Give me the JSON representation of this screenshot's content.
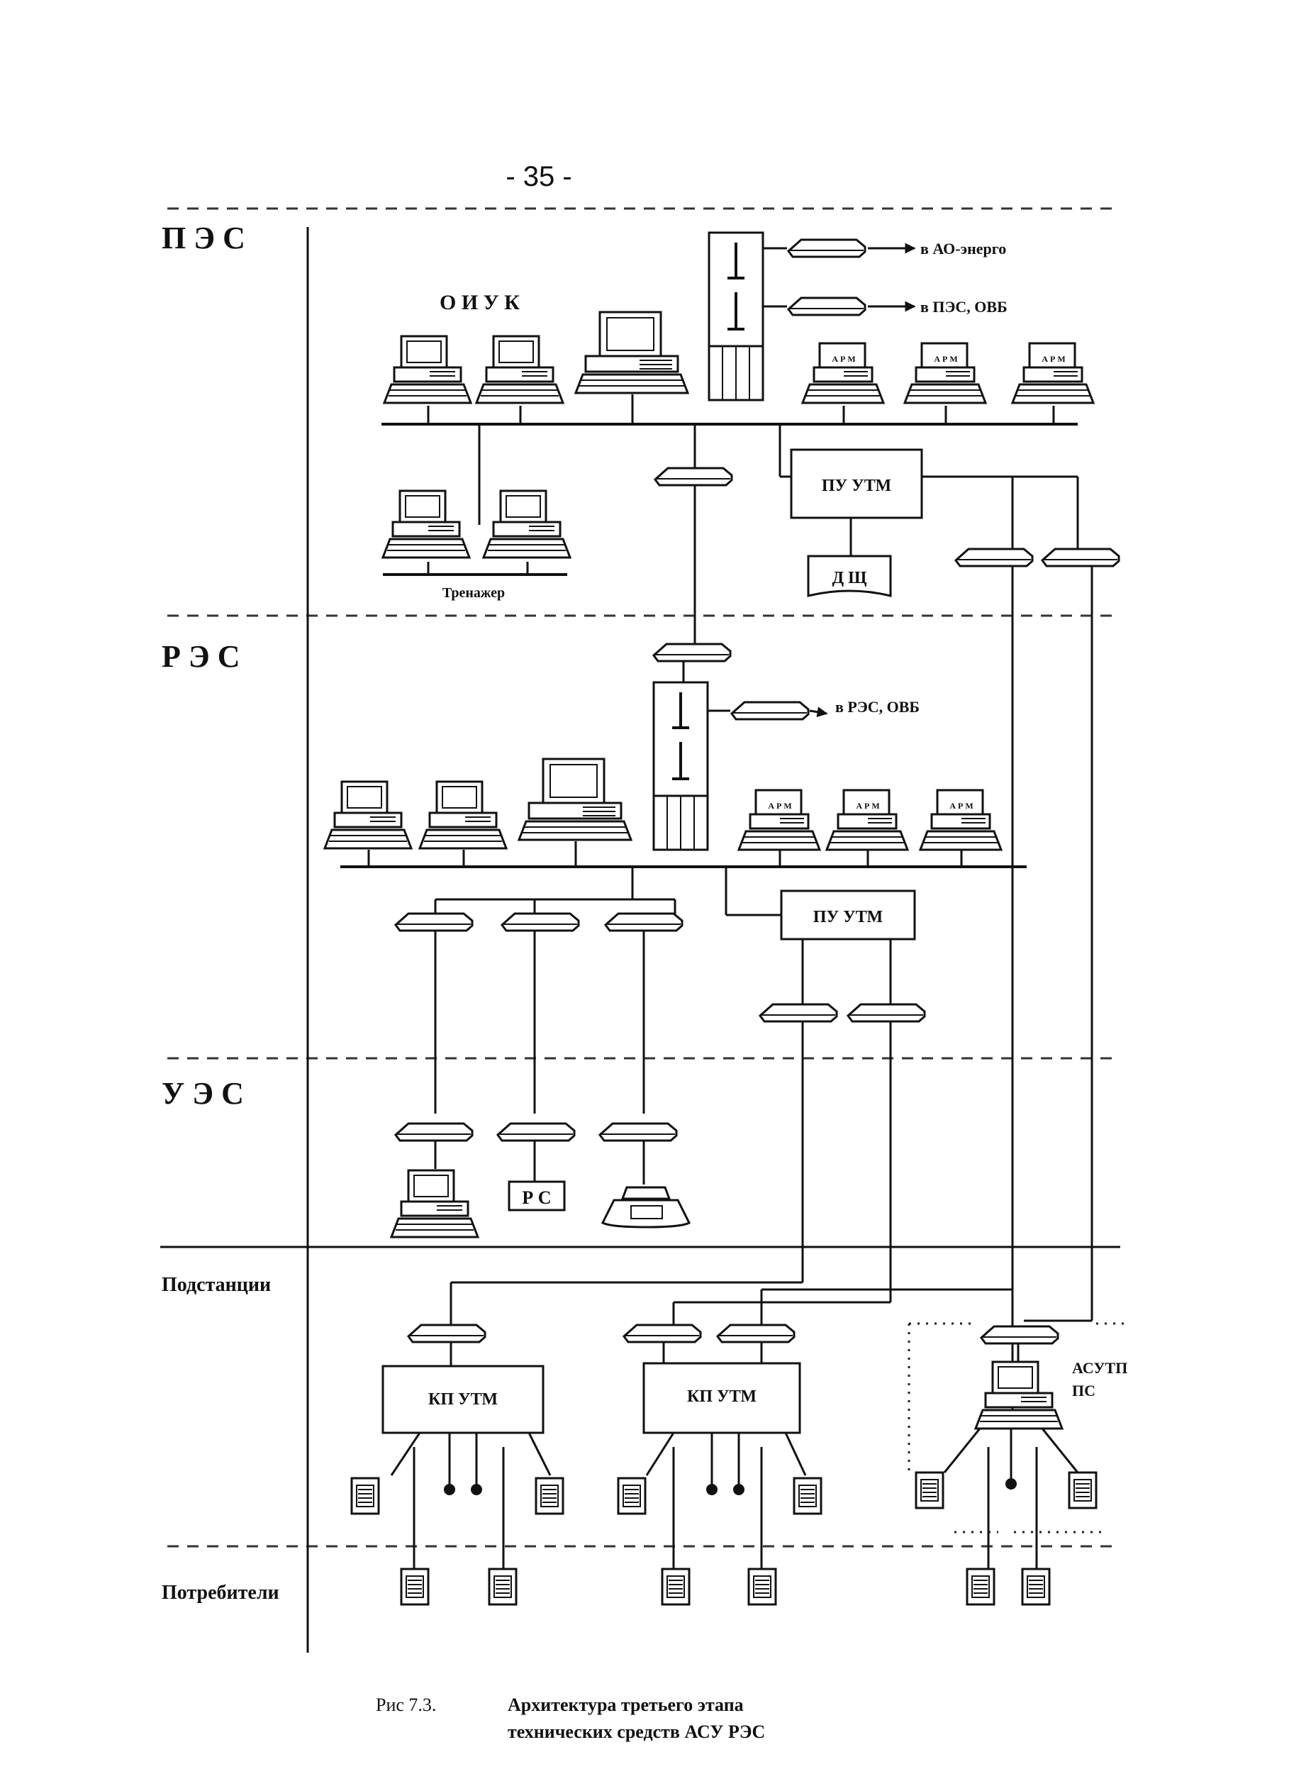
{
  "page_number": "- 35 -",
  "levels": {
    "pes": "П Э С",
    "res": "Р Э С",
    "ues": "У Э С",
    "substations": "Подстанции",
    "consumers": "Потребители"
  },
  "labels": {
    "oiuk": "О И У К",
    "to_ao_energo": "в АО-энерго",
    "to_pes_ovb": "в ПЭС, ОВБ",
    "to_res_ovb": "в РЭС, ОВБ",
    "pu_utm": "ПУ УТМ",
    "dsch": "Д Щ",
    "trainer": "Тренажер",
    "arm": "А Р М",
    "rs": "Р С",
    "kp_utm": "КП УТМ",
    "asutp_line1": "АСУТП",
    "asutp_line2": "ПС"
  },
  "caption": {
    "fig": "Рис 7.3.",
    "line1": "Архитектура третьего этапа",
    "line2": "технических средств АСУ РЭС"
  }
}
